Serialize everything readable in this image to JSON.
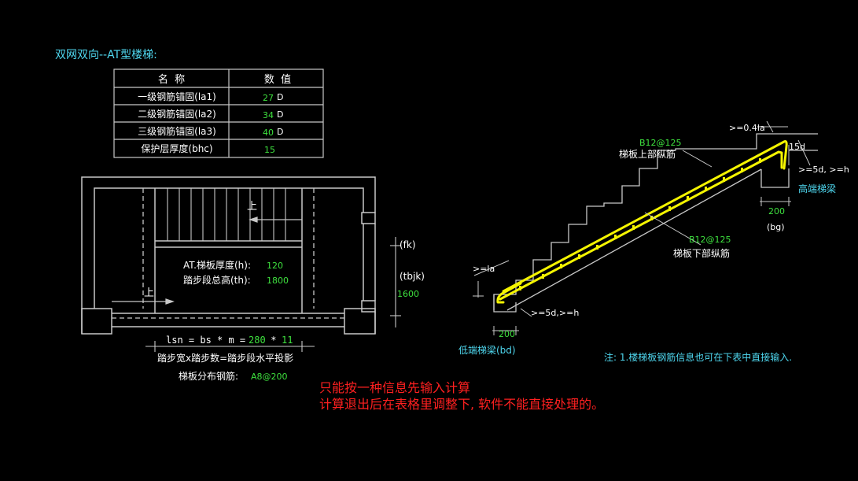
{
  "title": "双网双向--AT型楼梯:",
  "table": {
    "headers": [
      "名  称",
      "数  值"
    ],
    "rows": [
      {
        "name": "一级钢筋锚固(la1)",
        "value": "27",
        "unit": "D"
      },
      {
        "name": "二级钢筋锚固(la2)",
        "value": "34",
        "unit": "D"
      },
      {
        "name": "三级钢筋锚固(la3)",
        "value": "40",
        "unit": "D"
      },
      {
        "name": "保护层厚度(bhc)",
        "value": "15",
        "unit": ""
      }
    ]
  },
  "plan": {
    "up_label": "上",
    "thickness_label": "AT.梯板厚度(h):",
    "thickness_value": "120",
    "total_height_label": "踏步段总高(th):",
    "total_height_value": "1800",
    "fk": "(fk)",
    "tbjk": "(tbjk)",
    "tbjk_value": "1600",
    "lsn_formula": "lsn = bs * m = ",
    "bs_value": "280",
    "times": " * ",
    "m_value": "11",
    "lsn_desc": "踏步宽x踏步数=踏步段水平投影",
    "dist_bar_label": "梯板分布钢筋:",
    "dist_bar_value": "A8@200"
  },
  "section": {
    "top_rebar_code": "B12@125",
    "top_rebar_label": "梯板上部纵筋",
    "bottom_rebar_code": "B12@125",
    "bottom_rebar_label": "梯板下部纵筋",
    "anchor_top": ">=0.4la",
    "hook_15d": "15d",
    "anchor_5d_top": ">=5d, >=h",
    "high_beam": "高端梯梁",
    "bg_value": "200",
    "bg_label": "(bg)",
    "la_label": ">=la",
    "anchor_5d_bottom": ">=5d,>=h",
    "bd_value": "200",
    "low_beam": "低端梯梁(bd)"
  },
  "note": "注: 1.楼梯板钢筋信息也可在下表中直接输入.",
  "warning_line1": "只能按一种信息先输入计算",
  "warning_line2": "计算退出后在表格里调整下, 软件不能直接处理的。",
  "colors": {
    "background": "#000000",
    "line": "#c8c8c8",
    "cyan": "#4fd8f0",
    "green": "#3ee03e",
    "yellow": "#f4f400",
    "red": "#ff2020",
    "white": "#ffffff"
  }
}
